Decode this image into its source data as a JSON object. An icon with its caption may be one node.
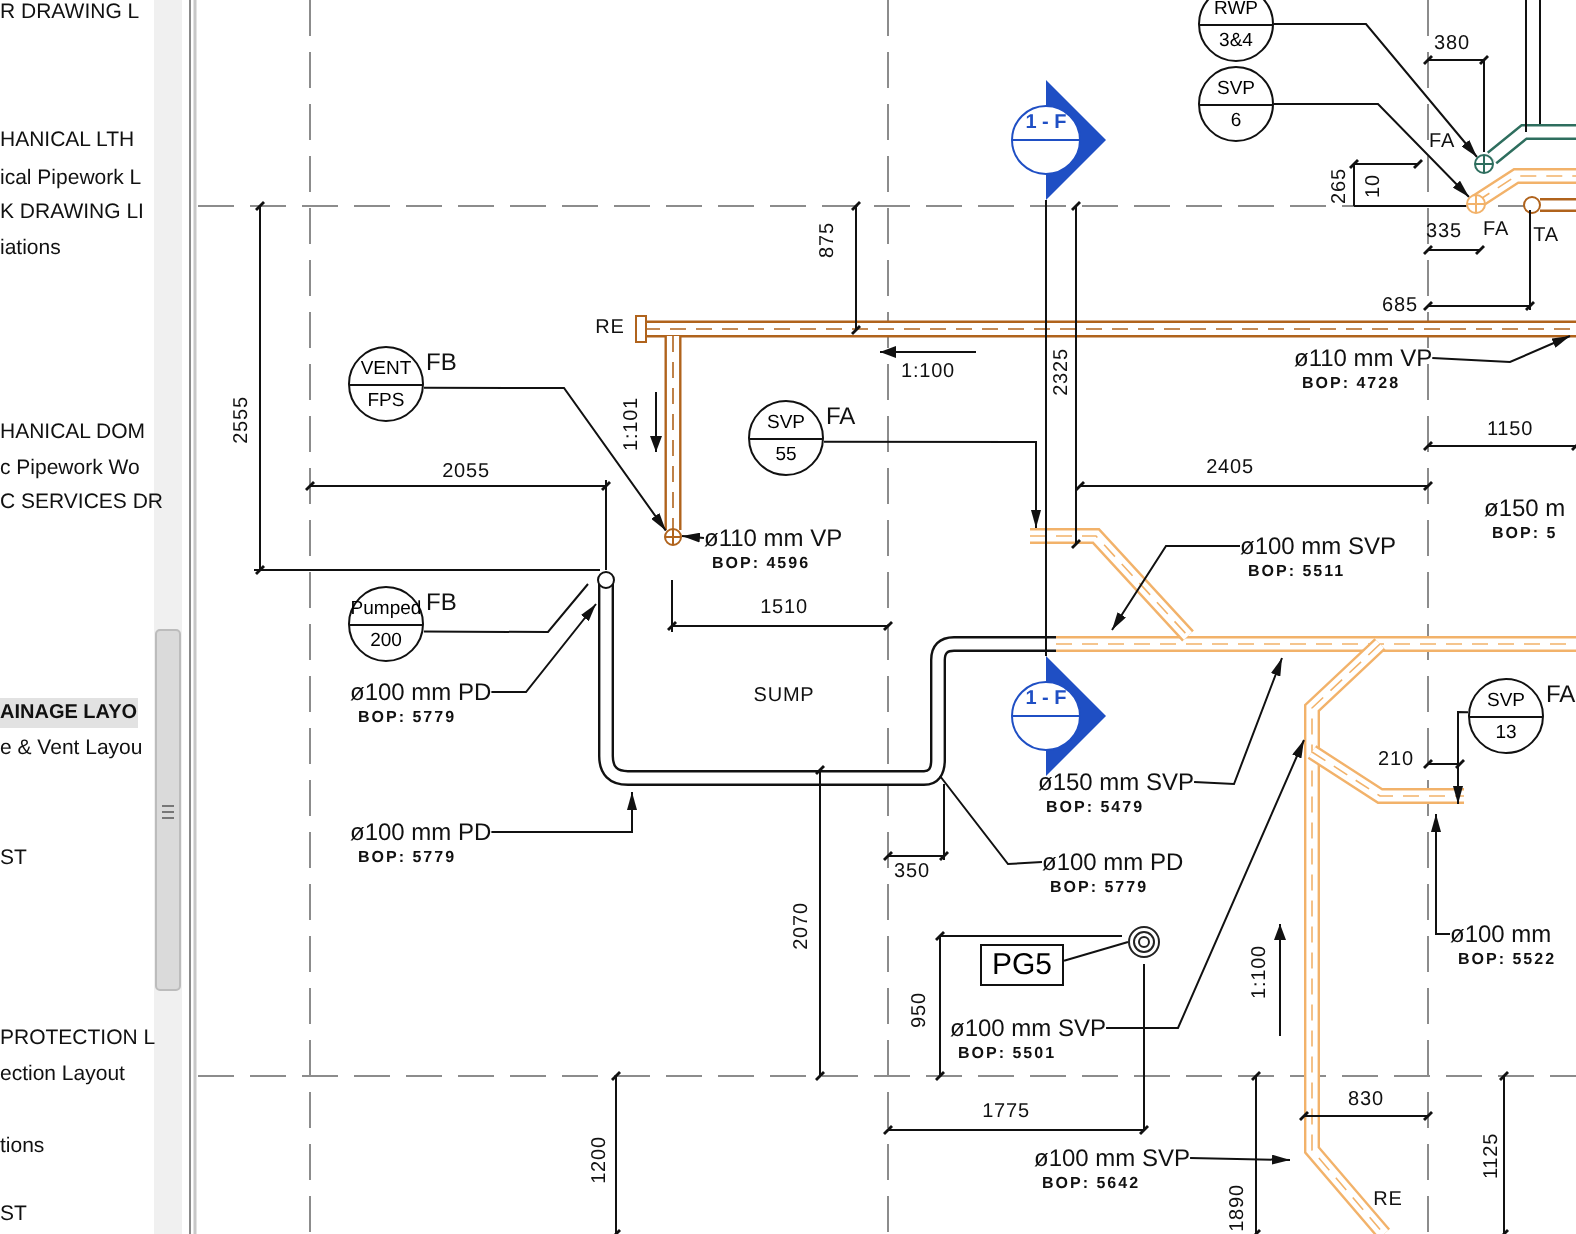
{
  "diagram": {
    "nodes": [
      {
        "text": [
          "VENT",
          "FPS"
        ],
        "beside": [
          "FB"
        ]
      },
      {
        "text": [
          "SVP",
          "55"
        ],
        "beside": [
          "FA"
        ]
      },
      {
        "text": [
          "Pumped",
          "200"
        ],
        "beside": [
          "FB"
        ]
      },
      {
        "text": [
          "RWP",
          "3&4"
        ]
      },
      {
        "text": [
          "SVP",
          "6"
        ]
      },
      {
        "text": [
          "1 - F"
        ]
      },
      {
        "text": [
          "1 - F"
        ]
      },
      {
        "text": [
          "SVP",
          "13"
        ],
        "beside": [
          "FA"
        ]
      },
      {
        "text": [
          "PG5"
        ]
      },
      {
        "text": [
          "ø110 mm VP",
          "BOP: 4596"
        ]
      },
      {
        "text": [
          "ø110 mm VP",
          "BOP: 4728"
        ]
      },
      {
        "text": [
          "ø100 mm SVP",
          "BOP: 5511"
        ]
      },
      {
        "text": [
          "ø150 m",
          "BOP: 5"
        ]
      },
      {
        "text": [
          "ø150 mm SVP",
          "BOP: 5479"
        ]
      },
      {
        "text": [
          "ø100 mm PD",
          "BOP: 5779"
        ]
      },
      {
        "text": [
          "ø100 mm SVP",
          "BOP: 5501"
        ]
      },
      {
        "text": [
          "ø100 mm SVP",
          "BOP: 5642"
        ]
      },
      {
        "text": [
          "ø100 mm",
          "BOP: 5522"
        ]
      },
      {
        "text": [
          "ø100 mm PD",
          "BOP: 5779"
        ]
      },
      {
        "text": [
          "ø100 mm PD",
          "BOP: 5779"
        ]
      },
      {
        "text": [],
        "shape": "circle"
      },
      {
        "text": [],
        "shape": "circle"
      },
      {
        "text": [],
        "shape": "circle"
      },
      {
        "text": [],
        "shape": "circle"
      }
    ],
    "edges": [
      {
        "from": 0,
        "to": 21,
        "arrow": "to"
      },
      {
        "from": 1,
        "to": null,
        "arrow": "to"
      },
      {
        "from": 2,
        "to": null,
        "arrow": "none"
      },
      {
        "from": 3,
        "to": 22,
        "arrow": "to"
      },
      {
        "from": 4,
        "to": 23,
        "arrow": "to"
      },
      {
        "from": 5,
        "to": 6,
        "arrow": "none"
      },
      {
        "from": 7,
        "to": null,
        "arrow": "to"
      },
      {
        "from": 8,
        "to": 20,
        "arrow": "none"
      },
      {
        "from": 9,
        "to": 21,
        "arrow": "to"
      },
      {
        "from": 10,
        "to": null,
        "arrow": "to"
      },
      {
        "from": 11,
        "to": null,
        "arrow": "to"
      },
      {
        "from": 13,
        "to": null,
        "arrow": "to"
      },
      {
        "from": 14,
        "to": null,
        "arrow": "none"
      },
      {
        "from": 15,
        "to": null,
        "arrow": "to"
      },
      {
        "from": 16,
        "to": null,
        "arrow": "to"
      },
      {
        "from": 17,
        "to": null,
        "arrow": "to"
      },
      {
        "from": 18,
        "to": null,
        "arrow": "to"
      },
      {
        "from": 19,
        "to": null,
        "arrow": "to"
      }
    ],
    "labels": [
      "R DRAWING L",
      "HANICAL LTH",
      "ical Pipework L",
      "K DRAWING LI",
      "iations",
      "HANICAL DOM",
      "c Pipework Wo",
      "C SERVICES DR",
      "AINAGE LAYO",
      "e & Vent Layou",
      "ST",
      "PROTECTION L",
      "ection Layout",
      "tions",
      "ST",
      "380",
      "FA",
      "875",
      "265",
      "10",
      "RE",
      "335",
      "FA",
      "TA",
      "685",
      "1:100",
      "2555",
      "1:101",
      "2325",
      "1150",
      "2055",
      "2405",
      "1510",
      "SUMP",
      "210",
      "350",
      "2070",
      "1:100",
      "950",
      "1775",
      "830",
      "1200",
      "1890",
      "RE",
      "1125"
    ]
  }
}
